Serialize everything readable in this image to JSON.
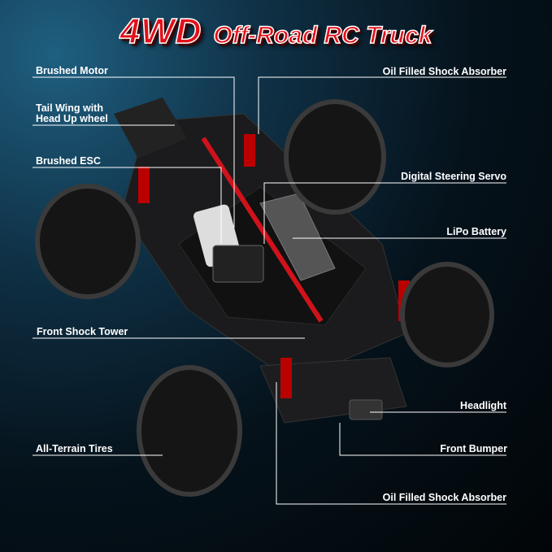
{
  "title": {
    "main": "4WD",
    "sub": "Off-Road RC Truck"
  },
  "labels": {
    "brushed_motor": "Brushed Motor",
    "tail_wing_1": "Tail Wing with",
    "tail_wing_2": "Head Up wheel",
    "brushed_esc": "Brushed ESC",
    "front_shock_tower": "Front Shock Tower",
    "all_terrain_tires": "All-Terrain Tires",
    "oil_shock_top": "Oil Filled Shock Absorber",
    "digital_steering_servo": "Digital Steering Servo",
    "lipo_battery": "LiPo Battery",
    "headlight": "Headlight",
    "front_bumper": "Front Bumper",
    "oil_shock_bottom": "Oil Filled Shock Absorber"
  },
  "colors": {
    "title_red": "#e3101a",
    "drive_shaft": "#d0121b"
  }
}
